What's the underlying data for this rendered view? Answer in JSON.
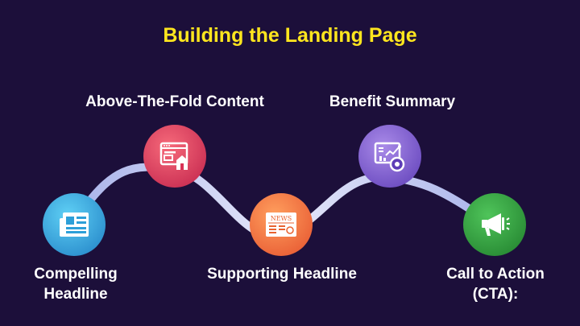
{
  "title": "Building the Landing Page",
  "steps": [
    {
      "label_lines": [
        "Compelling",
        "Headline"
      ],
      "icon": "newspaper-icon",
      "color": "#29a9df"
    },
    {
      "label_lines": [
        "Above-The-Fold Content"
      ],
      "icon": "webpage-layout-icon",
      "color": "#e8365f"
    },
    {
      "label_lines": [
        "Supporting Headline"
      ],
      "icon": "news-icon",
      "color": "#f47b3c"
    },
    {
      "label_lines": [
        "Benefit Summary"
      ],
      "icon": "analytics-report-icon",
      "color": "#7e5bd2"
    },
    {
      "label_lines": [
        "Call to Action",
        "(CTA):"
      ],
      "icon": "megaphone-icon",
      "color": "#2e9e3e"
    }
  ],
  "colors": {
    "background": "#1c0f3a",
    "title": "#ffe61e",
    "wave": "#c7cdf2"
  }
}
